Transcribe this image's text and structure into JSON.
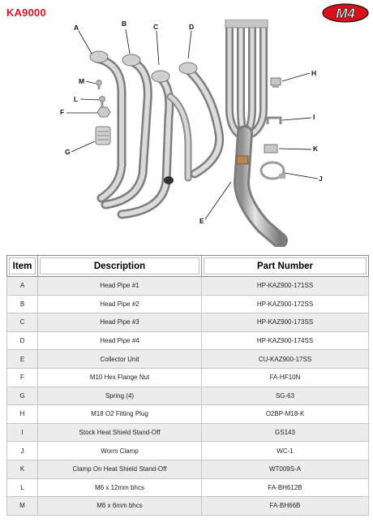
{
  "document": {
    "code": "KA9000"
  },
  "brand": {
    "logo": "M4",
    "logo_color": "#d8101c"
  },
  "diagram": {
    "callouts": [
      {
        "letter": "A"
      },
      {
        "letter": "B"
      },
      {
        "letter": "C"
      },
      {
        "letter": "D"
      },
      {
        "letter": "H"
      },
      {
        "letter": "M"
      },
      {
        "letter": "L"
      },
      {
        "letter": "F"
      },
      {
        "letter": "I"
      },
      {
        "letter": "G"
      },
      {
        "letter": "K"
      },
      {
        "letter": "J"
      },
      {
        "letter": "E"
      }
    ]
  },
  "table": {
    "headers": {
      "item": "Item",
      "description": "Description",
      "part": "Part Number"
    },
    "rows": [
      {
        "item": "A",
        "description": "Head Pipe #1",
        "part": "HP-KAZ900-171SS"
      },
      {
        "item": "B",
        "description": "Head Pipe #2",
        "part": "HP-KAZ900-172SS"
      },
      {
        "item": "C",
        "description": "Head Pipe #3",
        "part": "HP-KAZ900-173SS"
      },
      {
        "item": "D",
        "description": "Head Pipe #4",
        "part": "HP-KAZ900-174SS"
      },
      {
        "item": "E",
        "description": "Collector Unit",
        "part": "CU-KAZ900-17SS"
      },
      {
        "item": "F",
        "description": "M10 Hex Flange Nut",
        "part": "FA-HF10N"
      },
      {
        "item": "G",
        "description": "Spring (4)",
        "part": "SG-63"
      },
      {
        "item": "H",
        "description": "M18 O2 Fitting Plug",
        "part": "O2BP-M18-K"
      },
      {
        "item": "I",
        "description": "Stock Heat Shield Stand-Off",
        "part": "GS143"
      },
      {
        "item": "J",
        "description": "Worm Clamp",
        "part": "WC-1"
      },
      {
        "item": "K",
        "description": "Clamp On Heat Shield  Stand-Off",
        "part": "WT009S-A"
      },
      {
        "item": "L",
        "description": "M6 x 12mm bhcs",
        "part": "FA-BH612B"
      },
      {
        "item": "M",
        "description": "M6 x 6mm bhcs",
        "part": "FA-BH66B"
      }
    ]
  }
}
